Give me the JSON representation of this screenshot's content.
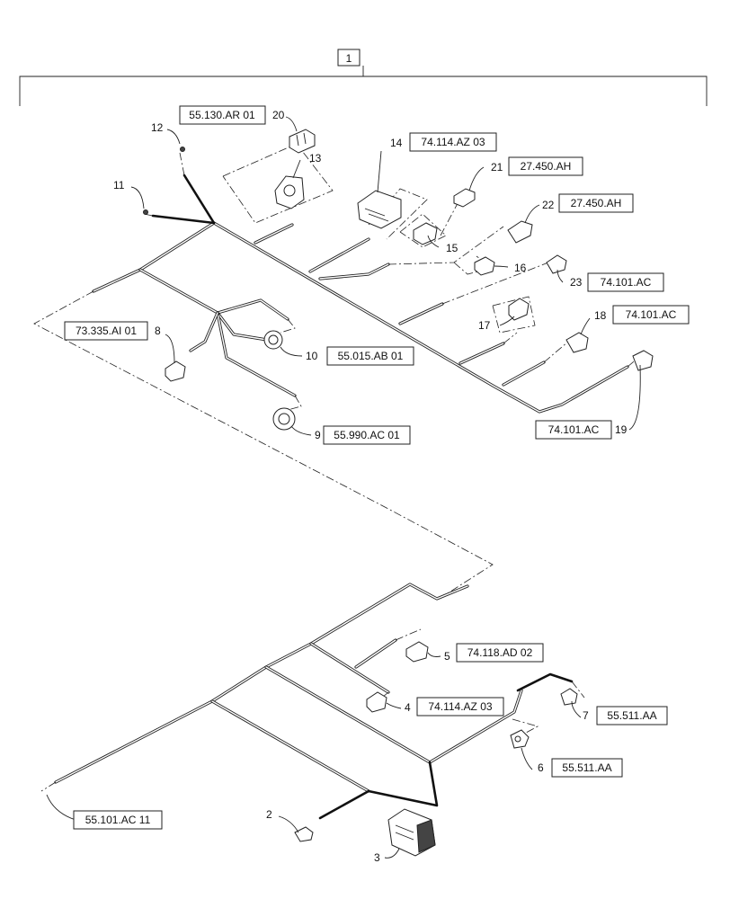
{
  "assembly": {
    "item": "1"
  },
  "references": {
    "r20": "55.130.AR 01",
    "r14": "74.114.AZ 03",
    "r21": "27.450.AH",
    "r22": "27.450.AH",
    "r23": "74.101.AC",
    "r18": "74.101.AC",
    "r19": "74.101.AC",
    "r8": "73.335.AI 01",
    "r10": "55.015.AB 01",
    "r9": "55.990.AC 01",
    "r5": "74.118.AD 02",
    "r4": "74.114.AZ 03",
    "r7": "55.511.AA",
    "r6": "55.511.AA",
    "r11": "55.101.AC 11"
  },
  "callouts": {
    "c2": "2",
    "c3": "3",
    "c4": "4",
    "c5": "5",
    "c6": "6",
    "c7": "7",
    "c8": "8",
    "c9": "9",
    "c10": "10",
    "c11": "11",
    "c12": "12",
    "c13": "13",
    "c14": "14",
    "c15": "15",
    "c16": "16",
    "c17": "17",
    "c18": "18",
    "c19": "19",
    "c20": "20",
    "c21": "21",
    "c22": "22",
    "c23": "23"
  }
}
